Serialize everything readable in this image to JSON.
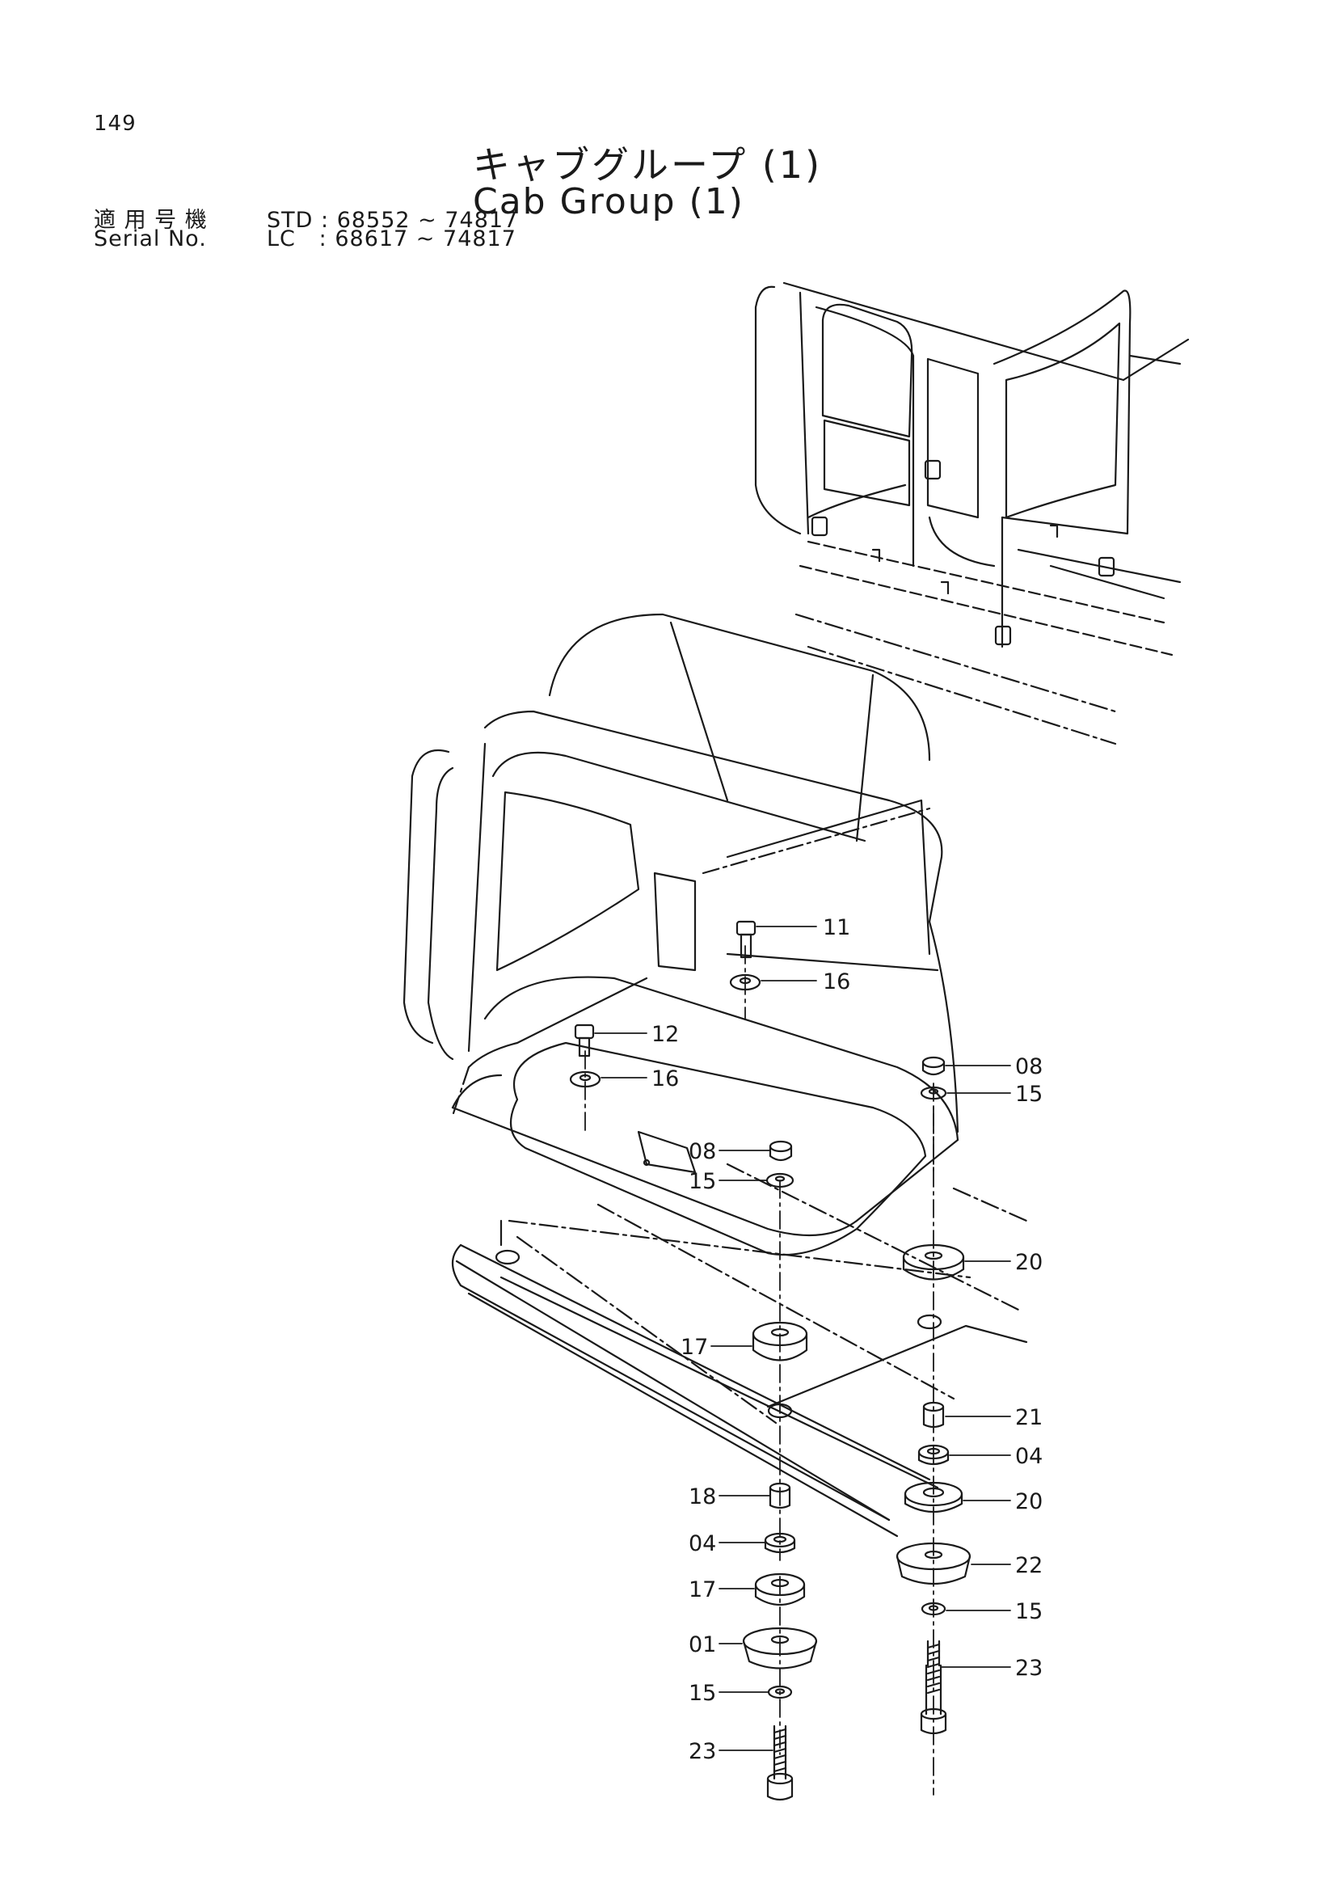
{
  "page_number": "149",
  "title_jp": "キャブグループ (1)",
  "title_en": "Cab Group (1)",
  "serial_lines": [
    {
      "label": "適 用 号 機",
      "model": "STD",
      "range": ": 68552 ~ 74817"
    },
    {
      "label": "Serial No.",
      "model": "LC",
      "range": ": 68617 ~ 74817"
    }
  ],
  "callouts": [
    {
      "id": "c11a",
      "text": "11"
    },
    {
      "id": "c16a",
      "text": "16"
    },
    {
      "id": "c12",
      "text": "12"
    },
    {
      "id": "c16b",
      "text": "16"
    },
    {
      "id": "c08a",
      "text": "08"
    },
    {
      "id": "c15a",
      "text": "15"
    },
    {
      "id": "c08b",
      "text": "08"
    },
    {
      "id": "c15b",
      "text": "15"
    },
    {
      "id": "c20a",
      "text": "20"
    },
    {
      "id": "c17a",
      "text": "17"
    },
    {
      "id": "c21",
      "text": "21"
    },
    {
      "id": "c04a",
      "text": "04"
    },
    {
      "id": "c20b",
      "text": "20"
    },
    {
      "id": "c18",
      "text": "18"
    },
    {
      "id": "c22",
      "text": "22"
    },
    {
      "id": "c04b",
      "text": "04"
    },
    {
      "id": "c15c",
      "text": "15"
    },
    {
      "id": "c17b",
      "text": "17"
    },
    {
      "id": "c23a",
      "text": "23"
    },
    {
      "id": "c01",
      "text": "01"
    },
    {
      "id": "c15d",
      "text": "15"
    },
    {
      "id": "c23b",
      "text": "23"
    }
  ]
}
